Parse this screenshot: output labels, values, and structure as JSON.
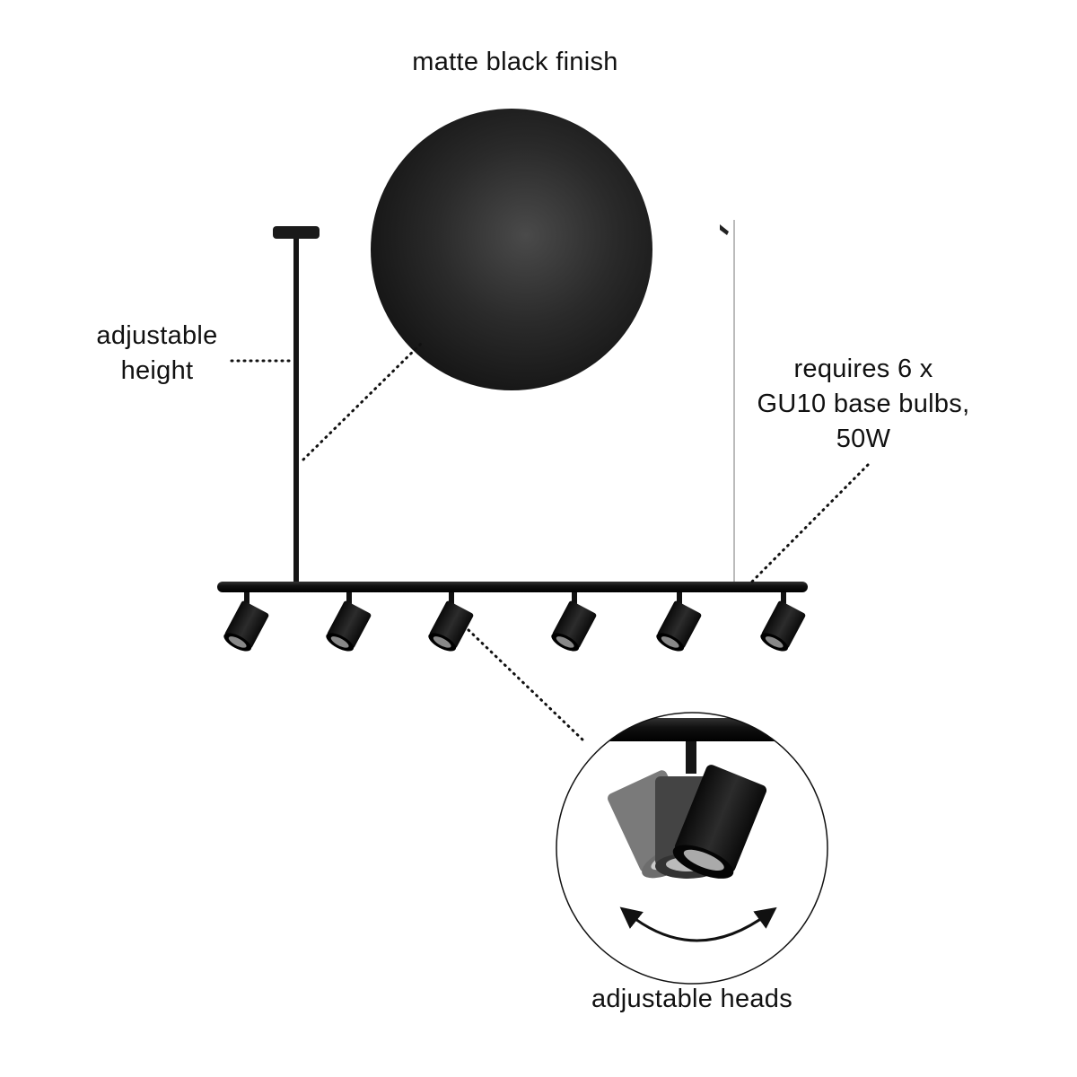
{
  "labels": {
    "finish": "matte black finish",
    "height_line1": "adjustable",
    "height_line2": "height",
    "bulbs_line1": "requires 6 x",
    "bulbs_line2": "GU10 base bulbs,",
    "bulbs_line3": "50W",
    "heads": "adjustable heads"
  },
  "product": {
    "spotlight_count": 6,
    "finish_color": "#1a1a1a"
  }
}
